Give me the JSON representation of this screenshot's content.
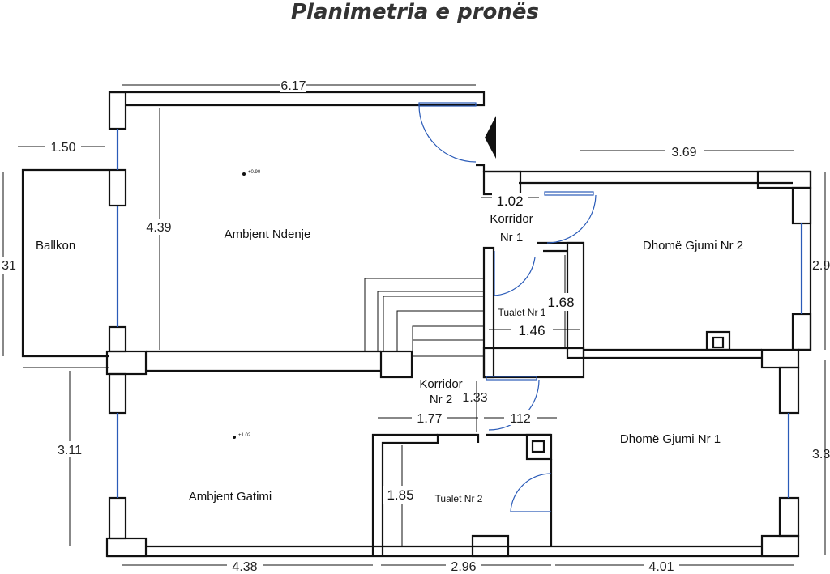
{
  "title": "Planimetria e pronës",
  "rooms": {
    "ballkon": "Ballkon",
    "ambjent_ndenje": "Ambjent Ndenje",
    "ambjent_gatimi": "Ambjent Gatimi",
    "korridor1_line1": "Korridor",
    "korridor1_line2": "Nr 1",
    "korridor2_line1": "Korridor",
    "korridor2_line2": "Nr 2",
    "tualet1": "Tualet Nr 1",
    "tualet2": "Tualet Nr 2",
    "dhome2": "Dhomë Gjumi Nr 2",
    "dhome1": "Dhomë Gjumi Nr 1"
  },
  "dimensions": {
    "top_living": "6.17",
    "balcony_width": "1.50",
    "living_height": "4.39",
    "balcony_height_cut": "31",
    "kitchen_height": "3.11",
    "corridor1_width": "1.02",
    "bed2_width": "3.69",
    "bed2_height_cut": "2.9",
    "toilet1_height": "1.68",
    "toilet1_width": "1.46",
    "corridor2_height": "1.33",
    "toilet2_width": "1.77",
    "corridor2_width": "112",
    "toilet2_height": "1.85",
    "bed1_height_cut": "3.3",
    "bottom_kitchen": "4.38",
    "bottom_middle": "2.96",
    "bottom_bed1": "4.01"
  },
  "levels": {
    "living": "+0.90",
    "kitchen": "+1.02"
  }
}
